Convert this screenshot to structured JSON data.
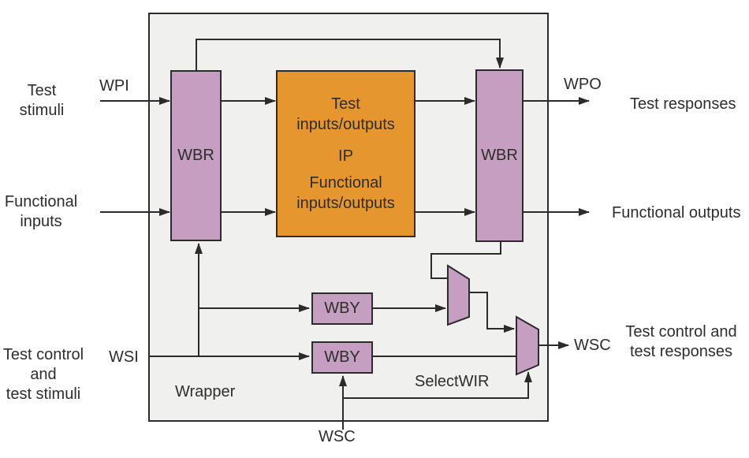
{
  "colors": {
    "wrapper_fill": "#f0f0ee",
    "box_purple": "#c69ec1",
    "box_orange": "#e6962e",
    "mux_fill": "#c69ec1",
    "line_color": "#2b2b2b",
    "text_color": "#2d2d2d",
    "background": "#ffffff"
  },
  "diagram": {
    "external_labels": {
      "test_stimuli": "Test\nstimuli",
      "wpi": "WPI",
      "functional_inputs": "Functional\ninputs",
      "test_control_stimuli": "Test control\nand\ntest stimuli",
      "wsi": "WSI",
      "wpo": "WPO",
      "test_responses": "Test responses",
      "functional_outputs": "Functional outputs",
      "wsc_output": "WSC",
      "test_control_responses": "Test control and\ntest responses",
      "wsc_input": "WSC"
    },
    "internal_labels": {
      "wrapper": "Wrapper",
      "select_wir": "SelectWIR"
    },
    "boxes": {
      "wbr_left": "WBR",
      "wbr_right": "WBR",
      "wby_upper": "WBY",
      "wby_lower": "WBY",
      "ip_block": {
        "top": "Test\ninputs/outputs",
        "mid": "IP",
        "bot": "Functional\ninputs/outputs"
      }
    }
  }
}
